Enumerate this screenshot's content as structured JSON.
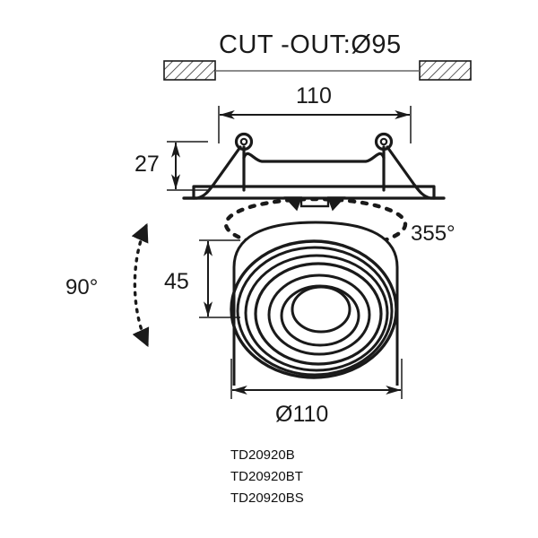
{
  "drawing": {
    "title": "CUT -OUT:Ø95",
    "dimensions": {
      "cutout_diameter": "Ø95",
      "flange_width": "110",
      "bracket_height": "27",
      "body_height": "45",
      "body_diameter": "Ø110",
      "rotation_horizontal": "355°",
      "tilt_vertical": "90°"
    },
    "labels": {
      "width_110": "110",
      "height_27": "27",
      "height_45": "45",
      "diameter_110": "Ø110",
      "rotation_355": "355°",
      "tilt_90": "90°"
    },
    "models": [
      "TD20920B",
      "TD20920BT",
      "TD20920BS"
    ],
    "colors": {
      "line": "#1a1a1a",
      "background": "#ffffff",
      "hatch": "#333333",
      "thin_line": "#555555"
    }
  }
}
